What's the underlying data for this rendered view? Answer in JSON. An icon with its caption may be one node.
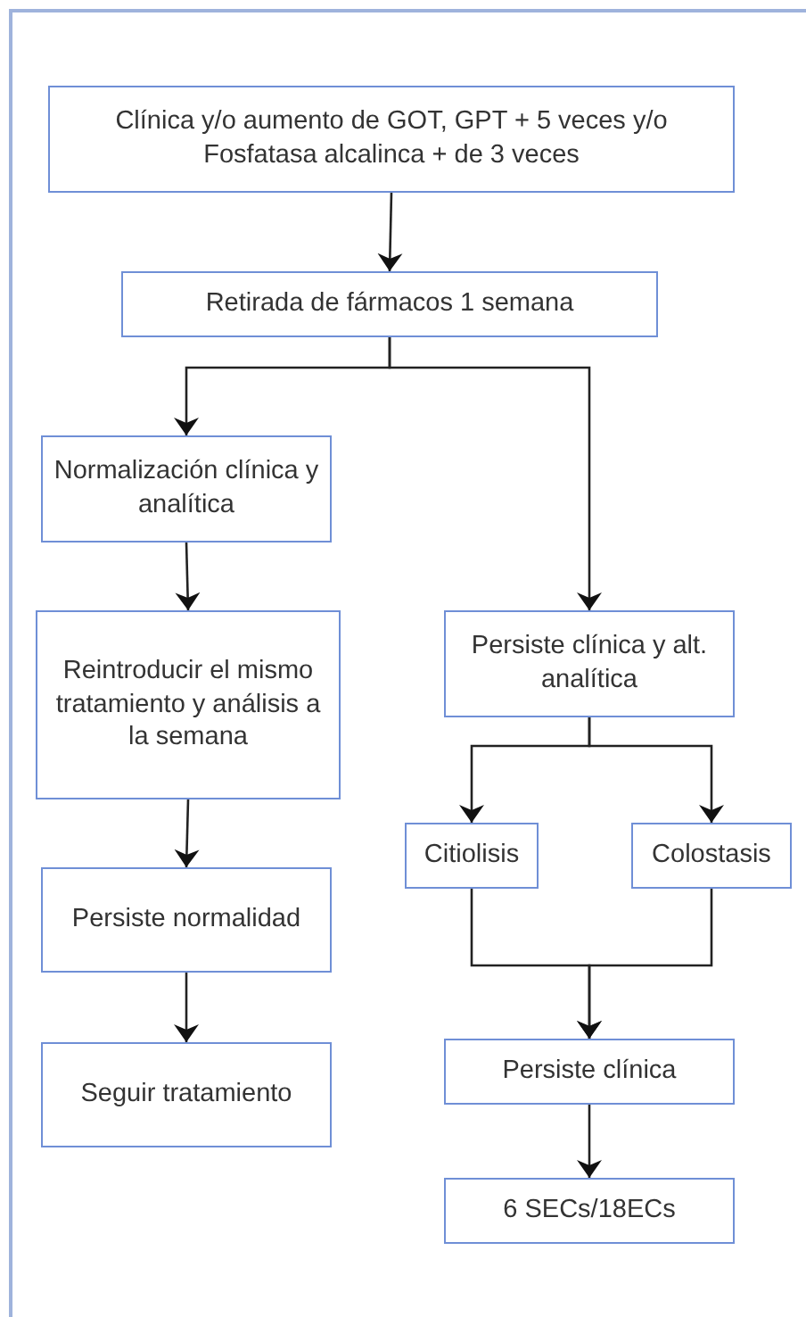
{
  "diagram": {
    "nodes": [
      {
        "text": [
          "Clínica y/o aumento de GOT, GPT + 5 veces y/o Fosfatasa alcalinca + de 3 veces"
        ]
      },
      {
        "text": [
          "Retirada de fármacos 1 semana"
        ]
      },
      {
        "text": [
          "Normalización clínica y analítica"
        ]
      },
      {
        "text": [
          "Reintroducir el mismo tratamiento y análisis a la semana"
        ]
      },
      {
        "text": [
          "Persiste normalidad"
        ]
      },
      {
        "text": [
          "Seguir tratamiento"
        ]
      },
      {
        "text": [
          "Persiste clínica y alt. analítica"
        ]
      },
      {
        "text": [
          "Citiolisis"
        ]
      },
      {
        "text": [
          "Colostasis"
        ]
      },
      {
        "text": [
          "Persiste clínica"
        ]
      },
      {
        "text": [
          "6 SECs/18ECs"
        ]
      }
    ],
    "edges": [
      {
        "from": 0,
        "to": 1,
        "arrow": "to"
      },
      {
        "from": 1,
        "to": 2,
        "arrow": "to"
      },
      {
        "from": 1,
        "to": 6,
        "arrow": "to"
      },
      {
        "from": 2,
        "to": 3,
        "arrow": "to"
      },
      {
        "from": 3,
        "to": 4,
        "arrow": "to"
      },
      {
        "from": 4,
        "to": 5,
        "arrow": "to"
      },
      {
        "from": 6,
        "to": 7,
        "arrow": "to"
      },
      {
        "from": 6,
        "to": 8,
        "arrow": "to"
      },
      {
        "from": 7,
        "to": 9,
        "arrow": "to"
      },
      {
        "from": 8,
        "to": 9,
        "arrow": "to"
      },
      {
        "from": 9,
        "to": 10,
        "arrow": "to"
      }
    ]
  }
}
